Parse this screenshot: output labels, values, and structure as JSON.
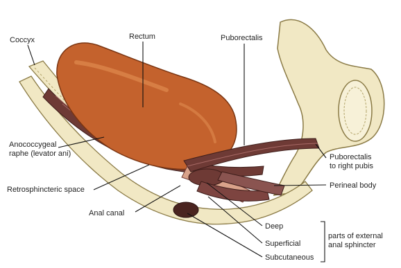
{
  "labels": {
    "coccyx": "Coccyx",
    "rectum": "Rectum",
    "puborectalis": "Puborectalis",
    "anococcygeal_1": "Anococcygeal",
    "anococcygeal_2": "raphe (levator ani)",
    "puborectalis_pubis_1": "Puborectalis",
    "puborectalis_pubis_2": "to right pubis",
    "retrosphincteric": "Retrosphincteric space",
    "perineal_body": "Perineal body",
    "anal_canal": "Anal canal",
    "deep": "Deep",
    "superficial": "Superficial",
    "subcutaneous": "Subcutaneous",
    "parts_1": "parts of external",
    "parts_2": "anal sphincter"
  },
  "colors": {
    "rectum": "#c4622d",
    "rectum_highlight": "#e08a4e",
    "bone": "#f1e8c4",
    "bone_outline": "#8a7a45",
    "muscle": "#6e3a35",
    "muscle_light": "#a86a66",
    "leader": "#111111"
  }
}
